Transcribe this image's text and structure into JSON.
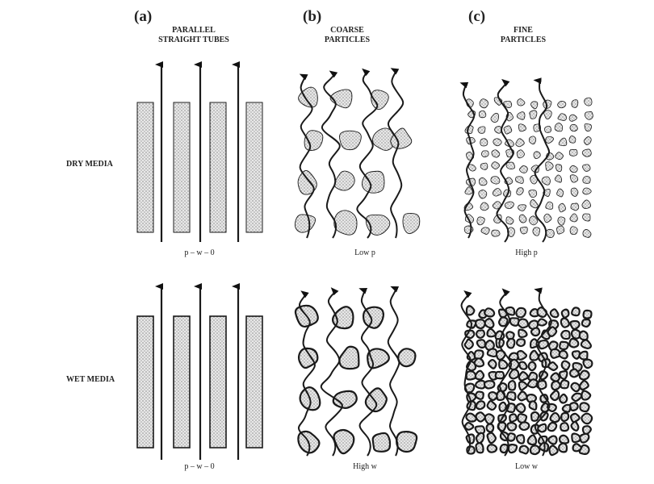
{
  "panels": [
    {
      "letter": "(a)",
      "title_line1": "PARALLEL",
      "title_line2": "STRAIGHT TUBES",
      "dry_caption": "p – w – 0",
      "wet_caption": "p – w – 0"
    },
    {
      "letter": "(b)",
      "title_line1": "COARSE",
      "title_line2": "PARTICLES",
      "dry_caption": "Low p",
      "wet_caption": "High w"
    },
    {
      "letter": "(c)",
      "title_line1": "FINE",
      "title_line2": "PARTICLES",
      "dry_caption": "High p",
      "wet_caption": "Low w"
    }
  ],
  "rows": {
    "dry": "DRY MEDIA",
    "wet": "WET MEDIA"
  },
  "colors": {
    "ink": "#1a1a1a",
    "fill": "#e4e4e4"
  }
}
